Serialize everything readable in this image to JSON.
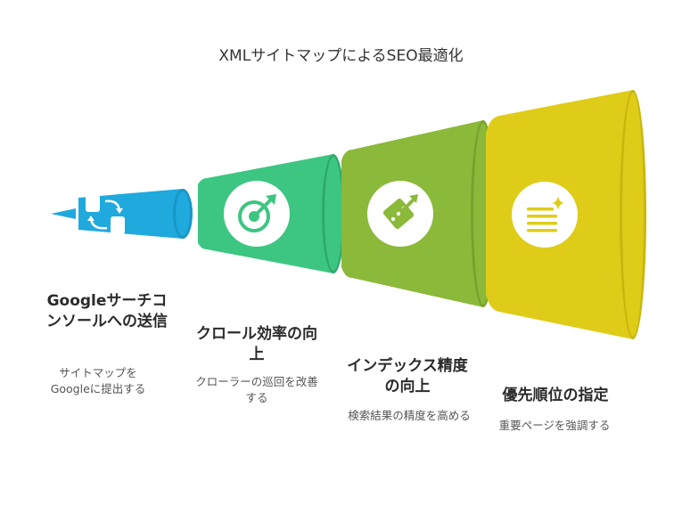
{
  "title": "XMLサイトマップによるSEO最適化",
  "stages": [
    {
      "title": "Googleサーチコンソールへの送信",
      "description": "サイトマップをGoogleに提出する",
      "color": "#1fa9dd",
      "icon": "refresh-squares-icon"
    },
    {
      "title": "クロール効率の向上",
      "description": "クローラーの巡回を改善する",
      "color": "#3cc681",
      "icon": "target-arrow-icon"
    },
    {
      "title": "インデックス精度の向上",
      "description": "検索結果の精度を高める",
      "color": "#8bb93a",
      "icon": "ticket-arrow-icon"
    },
    {
      "title": "優先順位の指定",
      "description": "重要ページを強調する",
      "color": "#dfcc18",
      "icon": "list-sparkle-icon"
    }
  ]
}
